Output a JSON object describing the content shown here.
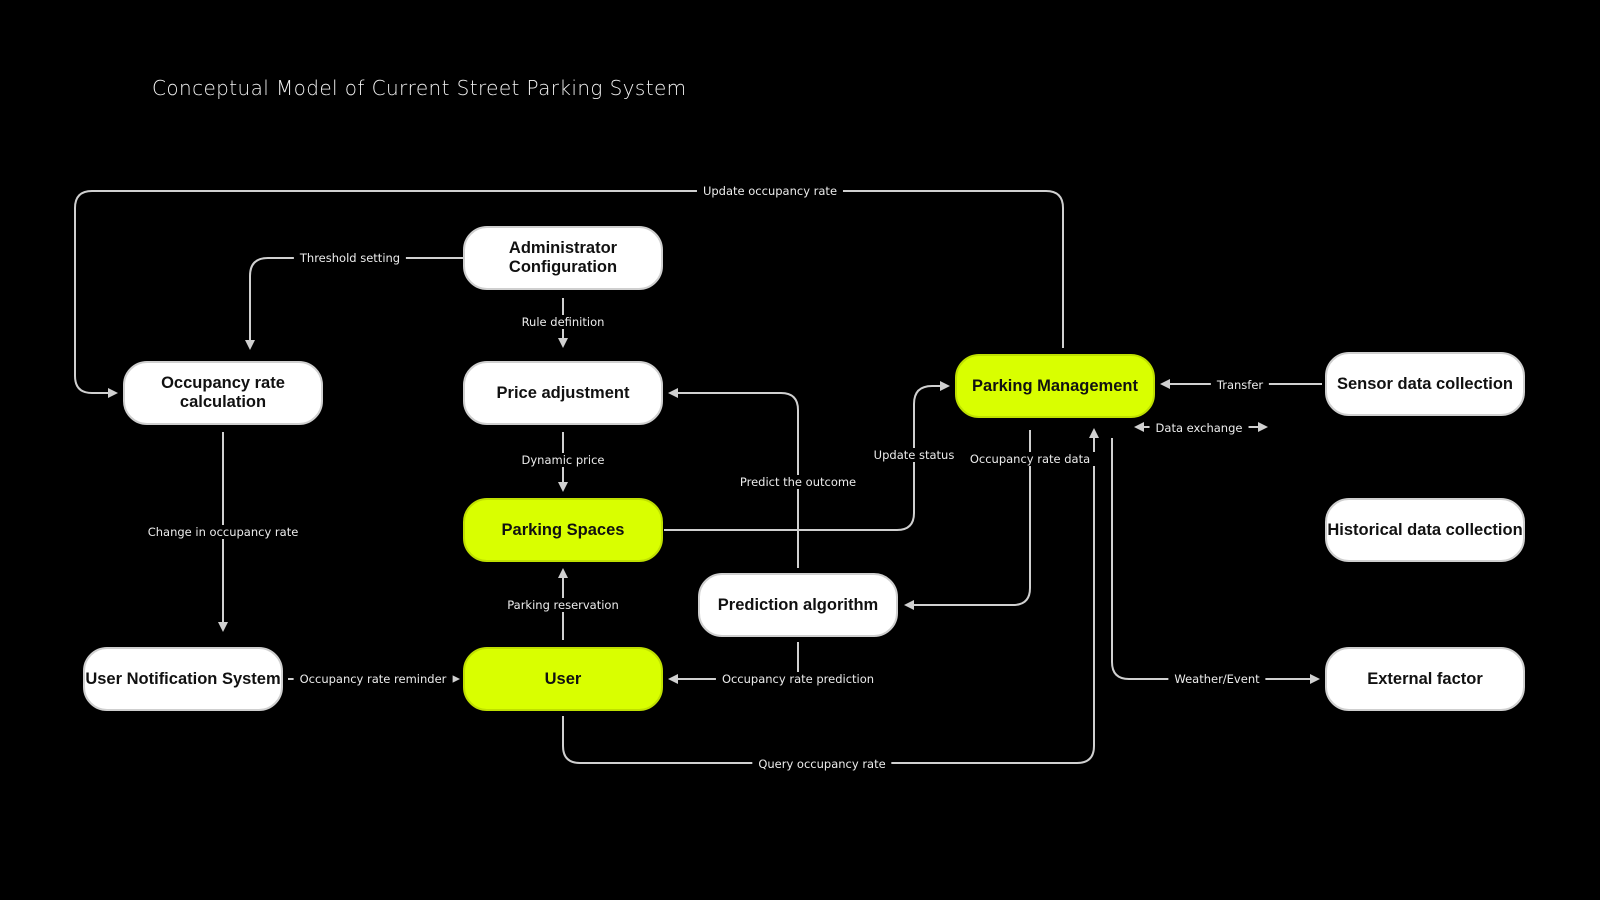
{
  "title": "Conceptual Model of Current Street Parking System",
  "colors": {
    "background": "#000000",
    "node": "#ffffff",
    "highlight": "#d9ff00",
    "connector": "#d0d0d0"
  },
  "nodes": {
    "admin": {
      "label": "Administrator Configuration",
      "highlight": false
    },
    "occ_calc": {
      "label": "Occupancy rate calculation",
      "highlight": false
    },
    "price": {
      "label": "Price adjustment",
      "highlight": false
    },
    "parking_mgmt": {
      "label": "Parking Management",
      "highlight": true
    },
    "sensor": {
      "label": "Sensor data collection",
      "highlight": false
    },
    "spaces": {
      "label": "Parking Spaces",
      "highlight": true
    },
    "historical": {
      "label": "Historical data collection",
      "highlight": false
    },
    "prediction": {
      "label": "Prediction algorithm",
      "highlight": false
    },
    "notify": {
      "label": "User Notification System",
      "highlight": false
    },
    "user": {
      "label": "User",
      "highlight": true
    },
    "external": {
      "label": "External factor",
      "highlight": false
    }
  },
  "edges": {
    "update_occupancy": "Update occupancy rate",
    "threshold": "Threshold setting",
    "rule": "Rule definition",
    "dynamic_price": "Dynamic price",
    "change_occ": "Change in occupancy rate",
    "predict_outcome": "Predict the outcome",
    "update_status": "Update status",
    "occ_data": "Occupancy rate data",
    "transfer": "Transfer",
    "data_exchange": "Data exchange",
    "reservation": "Parking reservation",
    "reminder": "Occupancy rate reminder",
    "occ_prediction": "Occupancy rate prediction",
    "weather": "Weather/Event",
    "query": "Query occupancy rate"
  }
}
